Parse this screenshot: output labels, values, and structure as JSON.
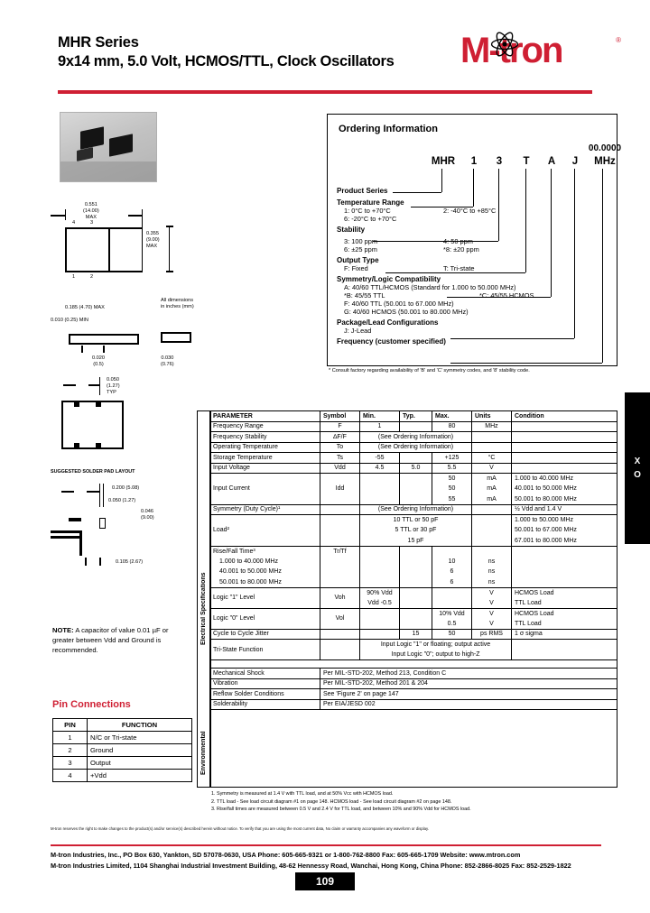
{
  "header": {
    "series": "MHR Series",
    "subtitle": "9x14 mm, 5.0 Volt, HCMOS/TTL, Clock Oscillators",
    "logo_text": "M-tron",
    "logo_reg": "®",
    "accent_color": "#cf1f33"
  },
  "ordering": {
    "title": "Ordering Information",
    "code": [
      "MHR",
      "1",
      "3",
      "T",
      "A",
      "J"
    ],
    "freq_top": "00.0000",
    "freq_unit": "MHz",
    "sections": [
      {
        "label": "Product Series",
        "options": []
      },
      {
        "label": "Temperature Range",
        "options": [
          {
            "left": "1:  0°C to +70°C",
            "right": "2:  -40°C to +85°C"
          },
          {
            "left": "6:  -20°C to +70°C",
            "right": ""
          }
        ]
      },
      {
        "label": "Stability",
        "options": [
          {
            "left": "3:    100 ppm",
            "right": "4:    50 ppm"
          },
          {
            "left": "6:  ±25 ppm",
            "right": "*8:  ±20 ppm"
          }
        ]
      },
      {
        "label": "Output Type",
        "options": [
          {
            "left": "F:  Fixed",
            "right": "T:  Tri-state"
          }
        ]
      },
      {
        "label": "Symmetry/Logic Compatibility",
        "options": [
          {
            "left": "A: 40/60 TTL/HCMOS (Standard for 1.000 to 50.000 MHz)",
            "right": ""
          },
          {
            "left": "*B: 45/55 TTL",
            "right": "*C: 45/55 HCMOS"
          },
          {
            "left": "F: 40/60 TTL (50.001 to 67.000 MHz)",
            "right": ""
          },
          {
            "left": "G: 40/60 HCMOS (50.001 to 80.000 MHz)",
            "right": ""
          }
        ]
      },
      {
        "label": "Package/Lead Configurations",
        "options": [
          {
            "left": "J:  J-Lead",
            "right": ""
          }
        ]
      },
      {
        "label": "Frequency (customer specified)",
        "options": []
      }
    ],
    "footnote": "* Consult factory regarding availability of 'B' and 'C' symmetry codes, and '8' stability code."
  },
  "mechanical": {
    "all_dimensions": "All dimensions\nin inches (mm)",
    "dim_a": "0.551\n(14.00)\nMAX",
    "dim_b": "0.355\n(9.00)\nMAX",
    "dim_c": "0.185 (4.70) MAX",
    "dim_d": "0.010 (0.25) MIN",
    "dim_e": "0.020\n(0.5)",
    "dim_f": "0.030\n(0.76)",
    "dim_g": "0.050\n(1.27)\nTYP",
    "pad_title": "SUGGESTED SOLDER PAD LAYOUT",
    "pad_dim_1": "0.200 (5.08)",
    "pad_dim_2": "0.050 (1.27)",
    "pad_dim_3": "0.046\n(9.00)",
    "pad_dim_4": "0.105 (2.67)",
    "pin_numbers": [
      "1",
      "2",
      "3",
      "4"
    ]
  },
  "note": {
    "label": "NOTE:",
    "text": "A capacitor of value 0.01 µF or greater  between  Vdd and Ground is recommended."
  },
  "pin_connections": {
    "title": "Pin Connections",
    "headers": [
      "PIN",
      "FUNCTION"
    ],
    "rows": [
      {
        "pin": "1",
        "function": "N/C or Tri-state"
      },
      {
        "pin": "2",
        "function": "Ground"
      },
      {
        "pin": "3",
        "function": "Output"
      },
      {
        "pin": "4",
        "function": "+Vdd"
      }
    ]
  },
  "spec_table": {
    "side_labels": {
      "electrical": "Electrical Specifications",
      "environmental": "Environmental"
    },
    "headers": [
      "PARAMETER",
      "Symbol",
      "Min.",
      "Typ.",
      "Max.",
      "Units",
      "Condition"
    ],
    "rows": {
      "frequency_range": {
        "parameter": "Frequency Range",
        "symbol": "F",
        "min": "1",
        "typ": "",
        "max": "80",
        "units": "MHz",
        "condition": ""
      },
      "frequency_stability": {
        "parameter": "Frequency Stability",
        "symbol": "∆F/F",
        "span": "(See Ordering Information)",
        "units": "",
        "condition": ""
      },
      "operating_temperature": {
        "parameter": "Operating Temperature",
        "symbol": "To",
        "span": "(See Ordering Information)",
        "units": "",
        "condition": ""
      },
      "storage_temperature": {
        "parameter": "Storage Temperature",
        "symbol": "Ts",
        "min": "-55",
        "typ": "",
        "max": "+125",
        "units": "°C",
        "condition": ""
      },
      "input_voltage": {
        "parameter": "Input Voltage",
        "symbol": "Vdd",
        "min": "4.5",
        "typ": "5.0",
        "max": "5.5",
        "units": "V",
        "condition": ""
      },
      "input_current": {
        "parameter": "Input Current",
        "symbol": "Idd",
        "lines": [
          {
            "max": "50",
            "units": "mA",
            "condition": "1.000 to 40.000 MHz"
          },
          {
            "max": "50",
            "units": "mA",
            "condition": "40.001 to 50.000 MHz"
          },
          {
            "max": "55",
            "units": "mA",
            "condition": "50.001 to 80.000 MHz"
          }
        ]
      },
      "symmetry": {
        "parameter": "Symmetry (Duty Cycle)¹",
        "symbol": "",
        "span": "(See Ordering Information)",
        "units": "",
        "condition": "½ Vdd and 1.4 V"
      },
      "load": {
        "parameter": "Load²",
        "symbol": "",
        "lines": [
          {
            "span": "10 TTL or 50 pF",
            "condition": "1.000 to 50.000 MHz"
          },
          {
            "span": "5 TTL  or 30 pF",
            "condition": "50.001 to 67.000 MHz"
          },
          {
            "span": "15 pF",
            "condition": "67.001 to 80.000 MHz"
          }
        ]
      },
      "rise_fall": {
        "parameter": "Rise/Fall Time³",
        "symbol": "Tr/Tf",
        "lines": [
          {
            "sub": "1.000 to 40.000 MHz",
            "max": "10",
            "units": "ns",
            "condition": ""
          },
          {
            "sub": "40.001 to 50.000 MHz",
            "max": "6",
            "units": "ns",
            "condition": ""
          },
          {
            "sub": "50.001 to 80.000 MHz",
            "max": "6",
            "units": "ns",
            "condition": ""
          }
        ]
      },
      "logic_1": {
        "parameter": "Logic \"1\" Level",
        "symbol": "Voh",
        "lines": [
          {
            "min": "90% Vdd",
            "units": "V",
            "condition": "HCMOS Load"
          },
          {
            "min": "Vdd -0.5",
            "units": "V",
            "condition": "TTL Load"
          }
        ]
      },
      "logic_0": {
        "parameter": "Logic \"0\" Level",
        "symbol": "Vol",
        "lines": [
          {
            "max": "10% Vdd",
            "units": "V",
            "condition": "HCMOS Load"
          },
          {
            "max": "0.5",
            "units": "V",
            "condition": "TTL Load"
          }
        ]
      },
      "jitter": {
        "parameter": "Cycle to Cycle Jitter",
        "symbol": "",
        "min": "",
        "typ": "15",
        "max": "50",
        "units": "ps RMS",
        "condition": "1 σ  sigma"
      },
      "tristate": {
        "parameter": "Tri-State Function",
        "symbol": "",
        "lines": [
          {
            "span": "Input Logic \"1\" or floating; output active"
          },
          {
            "span": "Input Logic \"0\"; output to high-Z"
          }
        ]
      },
      "mechanical_shock": {
        "parameter": "Mechanical Shock",
        "span": "Per MIL-STD-202, Method 213, Condition C"
      },
      "vibration": {
        "parameter": "Vibration",
        "span": "Per MIL-STD-202, Method 201 & 204"
      },
      "reflow": {
        "parameter": "Reflow Solder Conditions",
        "span": "See 'Figure 2' on page 147"
      },
      "solderability": {
        "parameter": "Solderability",
        "span": "Per EIA/JESD 002"
      }
    }
  },
  "footnotes": [
    "1. Symmetry is measured at 1.4 V with TTL load, and at 50% Vcc with HCMOS load.",
    "2. TTL load - See load circuit diagram #1 on page 148.  HCMOS load - See load circuit diagram #2 on page 148.",
    "3. Rise/fall times are measured between 0.5 V and 2.4 V for TTL load, and between 10% and 90% Vdd for HCMOS load."
  ],
  "side_tab": {
    "line1": "X",
    "line2": "O"
  },
  "footer": {
    "disclaimer": "M-tron reserves the right to make changes to the product(s) and/or service(s) described herein without notice. To verify that you are using the most current data, No claim or warranty accompanies any waveform or display.",
    "line1": "M-tron Industries, Inc., PO Box 630, Yankton, SD  57078-0630, USA   Phone:  605-665-9321 or 1-800-762-8800   Fax:  605-665-1709  Website:  www.mtron.com",
    "line2": "M-tron Industries Limited, 1104 Shanghai Industrial Investment Building, 48-62 Hennessy Road, Wanchai, Hong Kong, China   Phone:  852-2866-8025   Fax:  852-2529-1822",
    "page_number": "109"
  }
}
